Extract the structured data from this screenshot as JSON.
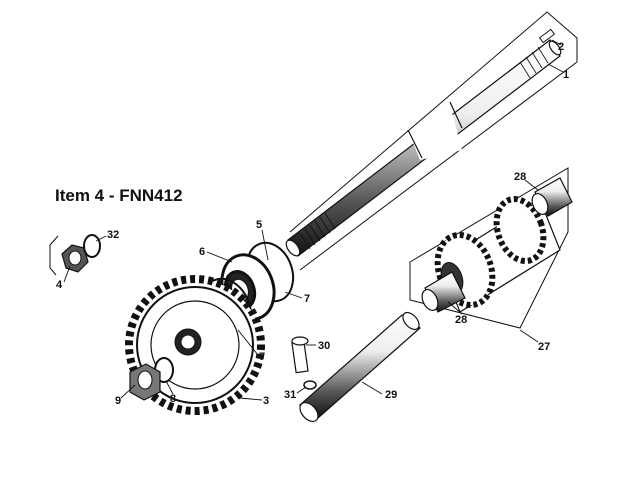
{
  "title": "Item 4 - FNN412",
  "callouts": {
    "c1": "1",
    "c2": "2",
    "c3": "3",
    "c4": "4",
    "c5": "5",
    "c6": "6",
    "c7a": "7",
    "c7b": "7",
    "c8": "8",
    "c9": "9",
    "c27": "27",
    "c28a": "28",
    "c28b": "28",
    "c29": "29",
    "c30": "30",
    "c31": "31",
    "c32": "32"
  },
  "colors": {
    "ink": "#111111",
    "paper": "#ffffff"
  }
}
